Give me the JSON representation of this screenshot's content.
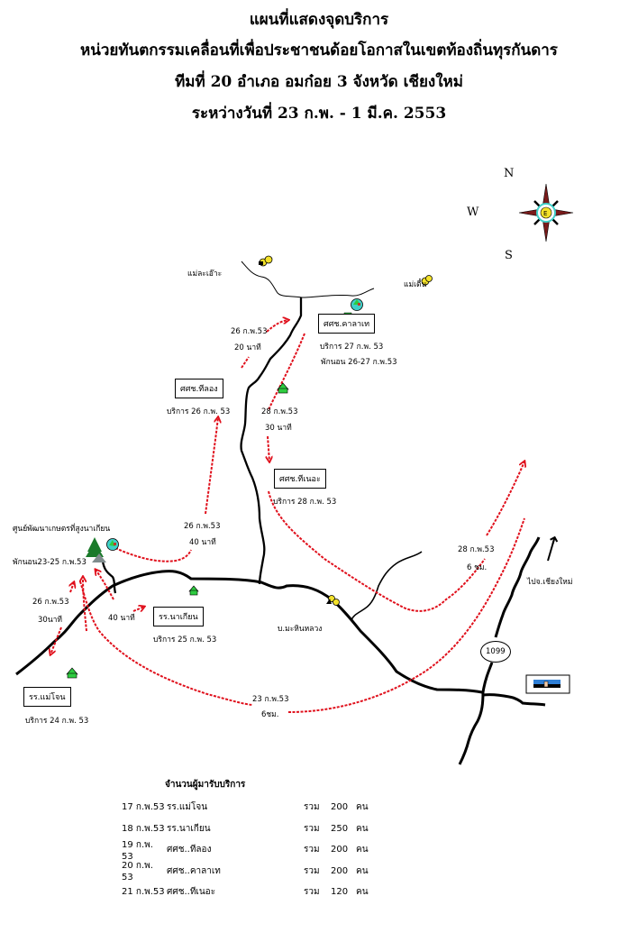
{
  "title": {
    "line1": "แผนที่แสดงจุดบริการ",
    "line2": "หน่วยทันตกรรมเคลื่อนที่เพื่อประชาชนด้อยโอกาสในเขตท้องถิ่นทุรกันดาร",
    "line3": "ทีมที่ 20  อำเภอ อมก๋อย 3    จังหวัด  เชียงใหม่",
    "line4": "ระหว่างวันที่ 23 ก.พ.  -  1 มี.ค. 2553"
  },
  "compass": {
    "north": "N",
    "west": "W",
    "south": "S"
  },
  "villages": {
    "mae_la_oa": "แม่ละเอ๊าะ",
    "mae_tuen": "แม่เตื๋น",
    "ban_ma_hin_luang": "บ.มะหินหลวง"
  },
  "sites": {
    "kasalet": {
      "name": "ศศช.คาลาเท",
      "service": "บริการ  27 ก.พ. 53",
      "stay": "พักนอน 26-27 ก.พ.53"
    },
    "tilong": {
      "name": "ศศช.ทีลอง",
      "service": "บริการ  26 ก.พ. 53"
    },
    "tinoe": {
      "name": "ศศช.ทีเนอะ",
      "service": "บริการ  28 ก.พ. 53"
    },
    "center": {
      "name": "ศูนย์พัฒนาเกษตรที่สูงนาเกียน",
      "stay": "พักนอน23-25 ก.พ.53"
    },
    "na_kian": {
      "name": "รร.นาเกียน",
      "service": "บริการ  25 ก.พ. 53"
    },
    "mae_chon": {
      "name": "รร.แม่โจน",
      "service": "บริการ  24 ก.พ. 53"
    }
  },
  "legs": [
    {
      "date": "26 ก.พ.53",
      "duration": "20 นาที"
    },
    {
      "date": "28 ก.พ.53",
      "duration": "30 นาที"
    },
    {
      "date": "26  ก.พ.53",
      "duration": "40 นาที"
    },
    {
      "date": "26 ก.พ.53",
      "duration": "30นาที"
    },
    {
      "duration": "40 นาที"
    },
    {
      "date": "23 ก.พ.53",
      "duration": "6ชม."
    },
    {
      "date": "28 ก.พ.53",
      "duration": "6 ชม."
    }
  ],
  "road": {
    "route_number": "1099",
    "to_city": "ไปจ.เชียงใหม่"
  },
  "colors": {
    "route": "#e0101c",
    "road": "#000000",
    "river": "#000000"
  },
  "summary": {
    "heading": "จำนวนผู้มารับบริการ",
    "rows": [
      {
        "date": "17 ก.พ.53",
        "place": "รร.แม่โจน",
        "total_label": "รวม",
        "count": "200",
        "unit": "คน"
      },
      {
        "date": "18 ก.พ.53",
        "place": "รร.นาเกียน",
        "total_label": "รวม",
        "count": "250",
        "unit": "คน"
      },
      {
        "date": "19 ก.พ. 53",
        "place": "ศศช..ทีลอง",
        "total_label": "รวม",
        "count": "200",
        "unit": "คน"
      },
      {
        "date": "20 ก.พ. 53",
        "place": "ศศช..คาลาเท",
        "total_label": "รวม",
        "count": "200",
        "unit": "คน"
      },
      {
        "date": "21 ก.พ.53",
        "place": "ศศช..ทีเนอะ",
        "total_label": "รวม",
        "count": "120",
        "unit": "คน"
      }
    ]
  }
}
